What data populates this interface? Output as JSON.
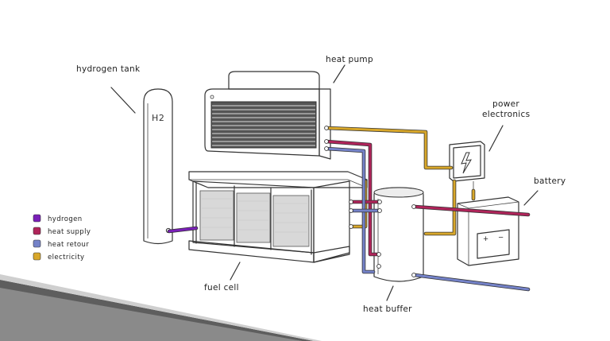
{
  "labels": {
    "hydrogen_tank": "hydrogen tank",
    "heat_pump": "heat pump",
    "power_electronics_line1": "power",
    "power_electronics_line2": "electronics",
    "battery": "battery",
    "fuel_cell": "fuel cell",
    "heat_buffer": "heat buffer",
    "tank_marking": "H2",
    "battery_plus": "+",
    "battery_minus": "−"
  },
  "legend": [
    {
      "label": "hydrogen",
      "color": "#7a1fb8"
    },
    {
      "label": "heat supply",
      "color": "#b0245a"
    },
    {
      "label": "heat retour",
      "color": "#7482c8"
    },
    {
      "label": "electricity",
      "color": "#d8a72a"
    }
  ],
  "colors": {
    "hydrogen": "#7a1fb8",
    "heat_supply": "#b0245a",
    "heat_retour": "#7482c8",
    "electricity": "#d8a72a",
    "floor": "#7d7d7d"
  },
  "icons": {
    "power_electronics": "lightning-bolt-icon"
  }
}
